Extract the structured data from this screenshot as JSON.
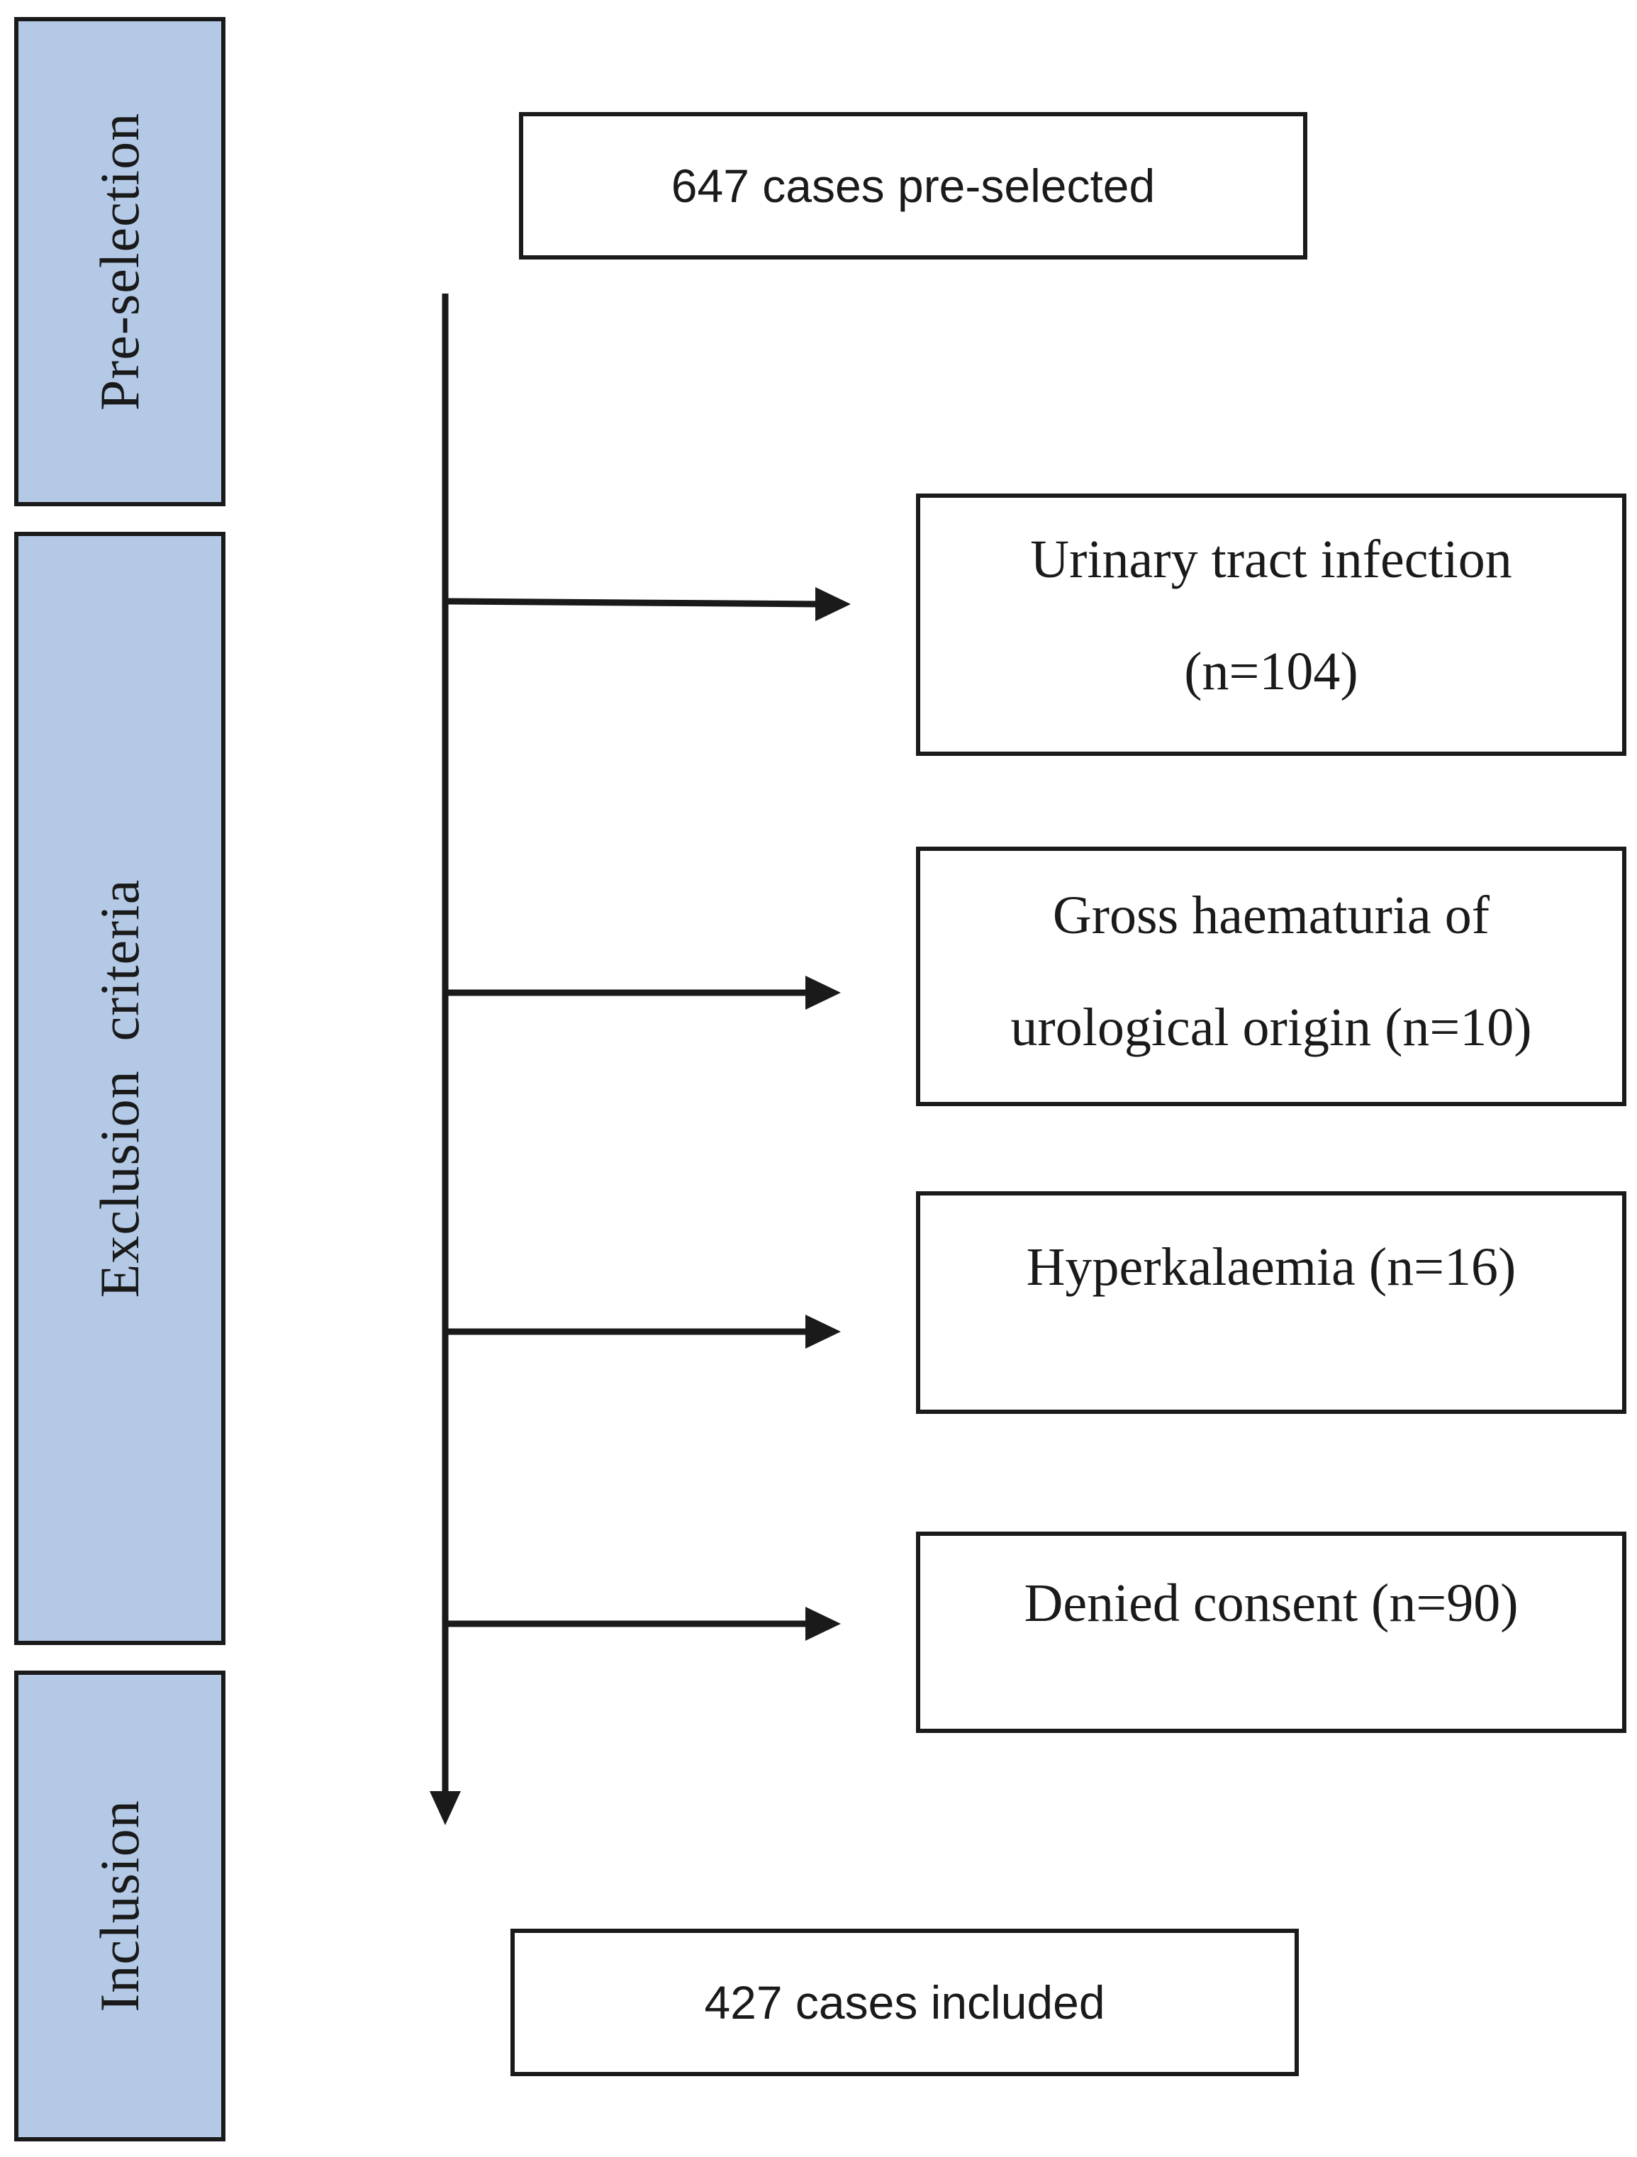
{
  "stages": {
    "preselection": "Pre-selection",
    "exclusion": "Exclusion  criteria",
    "inclusion": "Inclusion"
  },
  "start_box": "647 cases pre-selected",
  "exclusions": [
    {
      "line1": "Urinary tract infection",
      "line2": "(n=104)"
    },
    {
      "line1": "Gross haematuria of",
      "line2": "urological origin (n=10)"
    },
    {
      "line1": "Hyperkalaemia (n=16)",
      "line2": ""
    },
    {
      "line1": "Denied consent (n=90)",
      "line2": ""
    }
  ],
  "end_box": "427 cases included",
  "colors": {
    "stage_fill": "#b3c9e6",
    "stroke": "#1a1a1a"
  }
}
